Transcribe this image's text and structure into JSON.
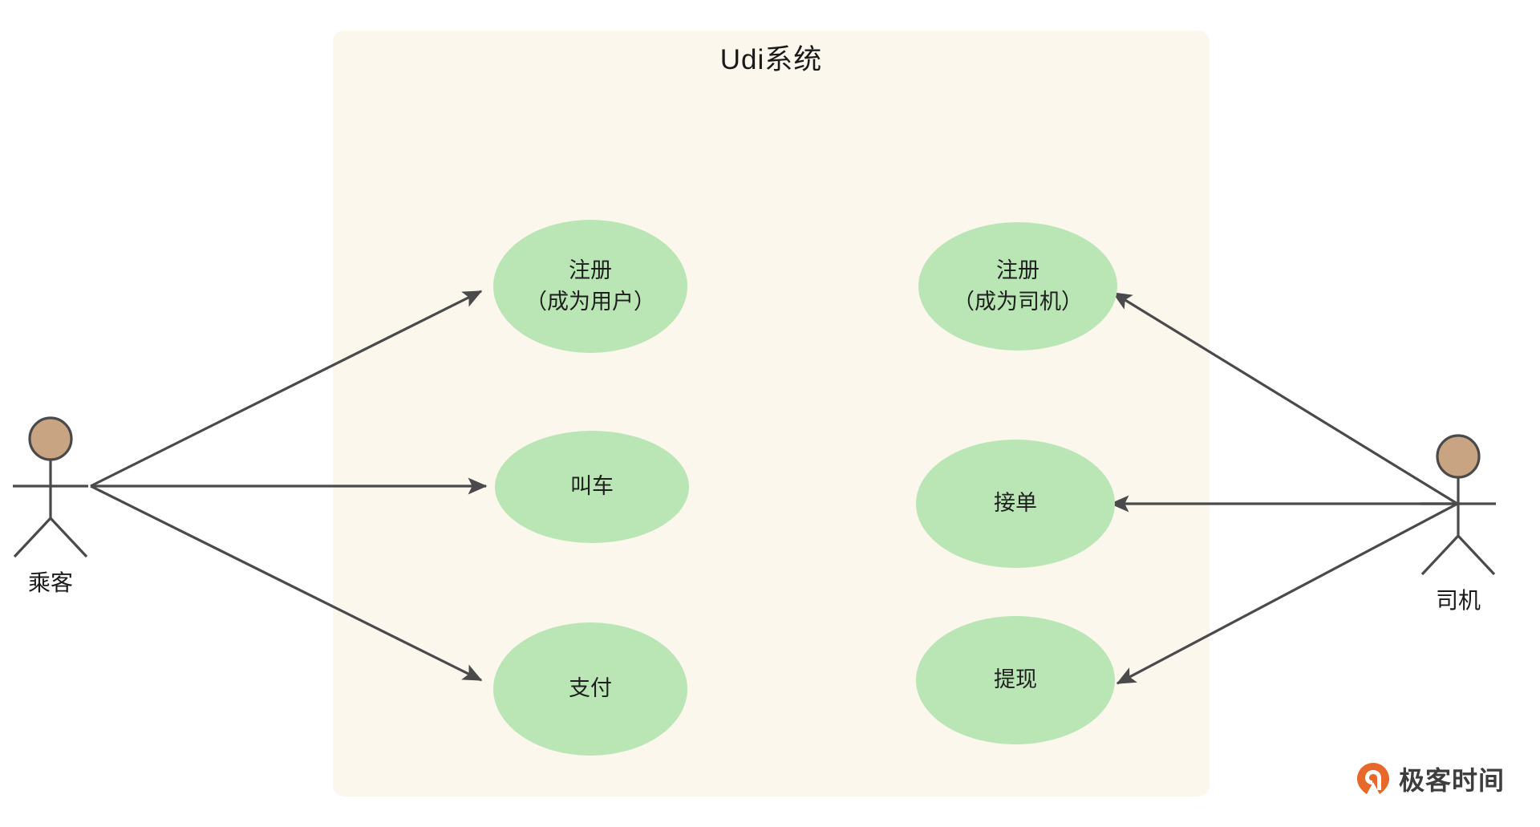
{
  "diagram": {
    "type": "uml-use-case-diagram",
    "system": {
      "title": "Udi系统",
      "boundary_color": "#fbf7ec"
    },
    "colors": {
      "boundary_fill": "#fbf7ec",
      "usecase_fill": "#b9e6b4",
      "actor_head_fill": "#c8a482",
      "stroke": "#4a4a4a",
      "text": "#1a1a1a",
      "brand_orange": "#e8682a"
    },
    "actors": [
      {
        "id": "passenger",
        "label": "乘客",
        "side": "left"
      },
      {
        "id": "driver",
        "label": "司机",
        "side": "right"
      }
    ],
    "usecases": [
      {
        "id": "register-user",
        "line1": "注册",
        "line2": "（成为用户）",
        "column": "left",
        "row": 1,
        "actor": "passenger"
      },
      {
        "id": "call-car",
        "line1": "叫车",
        "line2": "",
        "column": "left",
        "row": 2,
        "actor": "passenger"
      },
      {
        "id": "pay",
        "line1": "支付",
        "line2": "",
        "column": "left",
        "row": 3,
        "actor": "passenger"
      },
      {
        "id": "register-driver",
        "line1": "注册",
        "line2": "（成为司机）",
        "column": "right",
        "row": 1,
        "actor": "driver"
      },
      {
        "id": "accept-order",
        "line1": "接单",
        "line2": "",
        "column": "right",
        "row": 2,
        "actor": "driver"
      },
      {
        "id": "withdraw",
        "line1": "提现",
        "line2": "",
        "column": "right",
        "row": 3,
        "actor": "driver"
      }
    ],
    "associations": [
      {
        "from": "passenger",
        "to": "register-user",
        "direction": "to-usecase"
      },
      {
        "from": "passenger",
        "to": "call-car",
        "direction": "to-usecase"
      },
      {
        "from": "passenger",
        "to": "pay",
        "direction": "to-usecase"
      },
      {
        "from": "driver",
        "to": "register-driver",
        "direction": "to-usecase"
      },
      {
        "from": "driver",
        "to": "accept-order",
        "direction": "to-usecase"
      },
      {
        "from": "driver",
        "to": "withdraw",
        "direction": "to-usecase"
      }
    ]
  },
  "brand": {
    "name": "极客时间",
    "logo_icon": "geektime-logo-icon"
  }
}
